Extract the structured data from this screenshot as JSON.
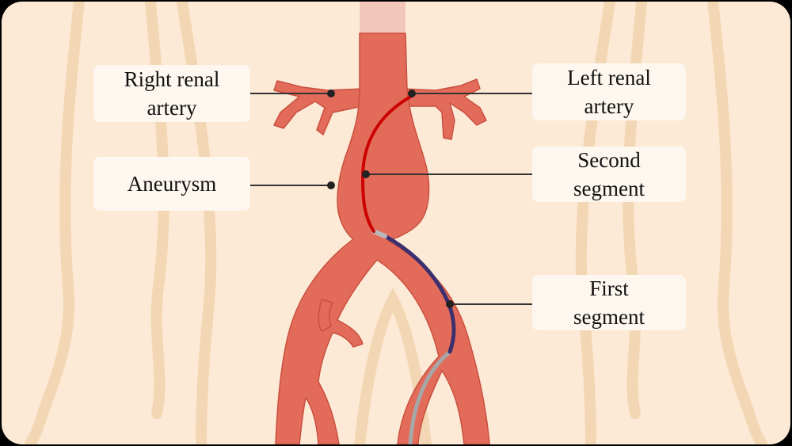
{
  "labels": {
    "right_renal_artery": "Right renal\nartery",
    "left_renal_artery": "Left renal\nartery",
    "aneurysm": "Aneurysm",
    "second_segment": "Second\nsegment",
    "first_segment": "First\nsegment"
  },
  "colors": {
    "background_frame": "#000000",
    "skin": "#fcead6",
    "body_outline": "#f3d6b3",
    "artery": "#e26b5a",
    "artery_edge": "#c9503f",
    "aorta_top": "#f4c7bc",
    "second_segment_wire": "#cc0000",
    "first_segment_wire": "#3b2f6e",
    "guide_wire": "#a7a7a7",
    "leader_line": "#333333",
    "label_box": "#fdf7ef"
  }
}
